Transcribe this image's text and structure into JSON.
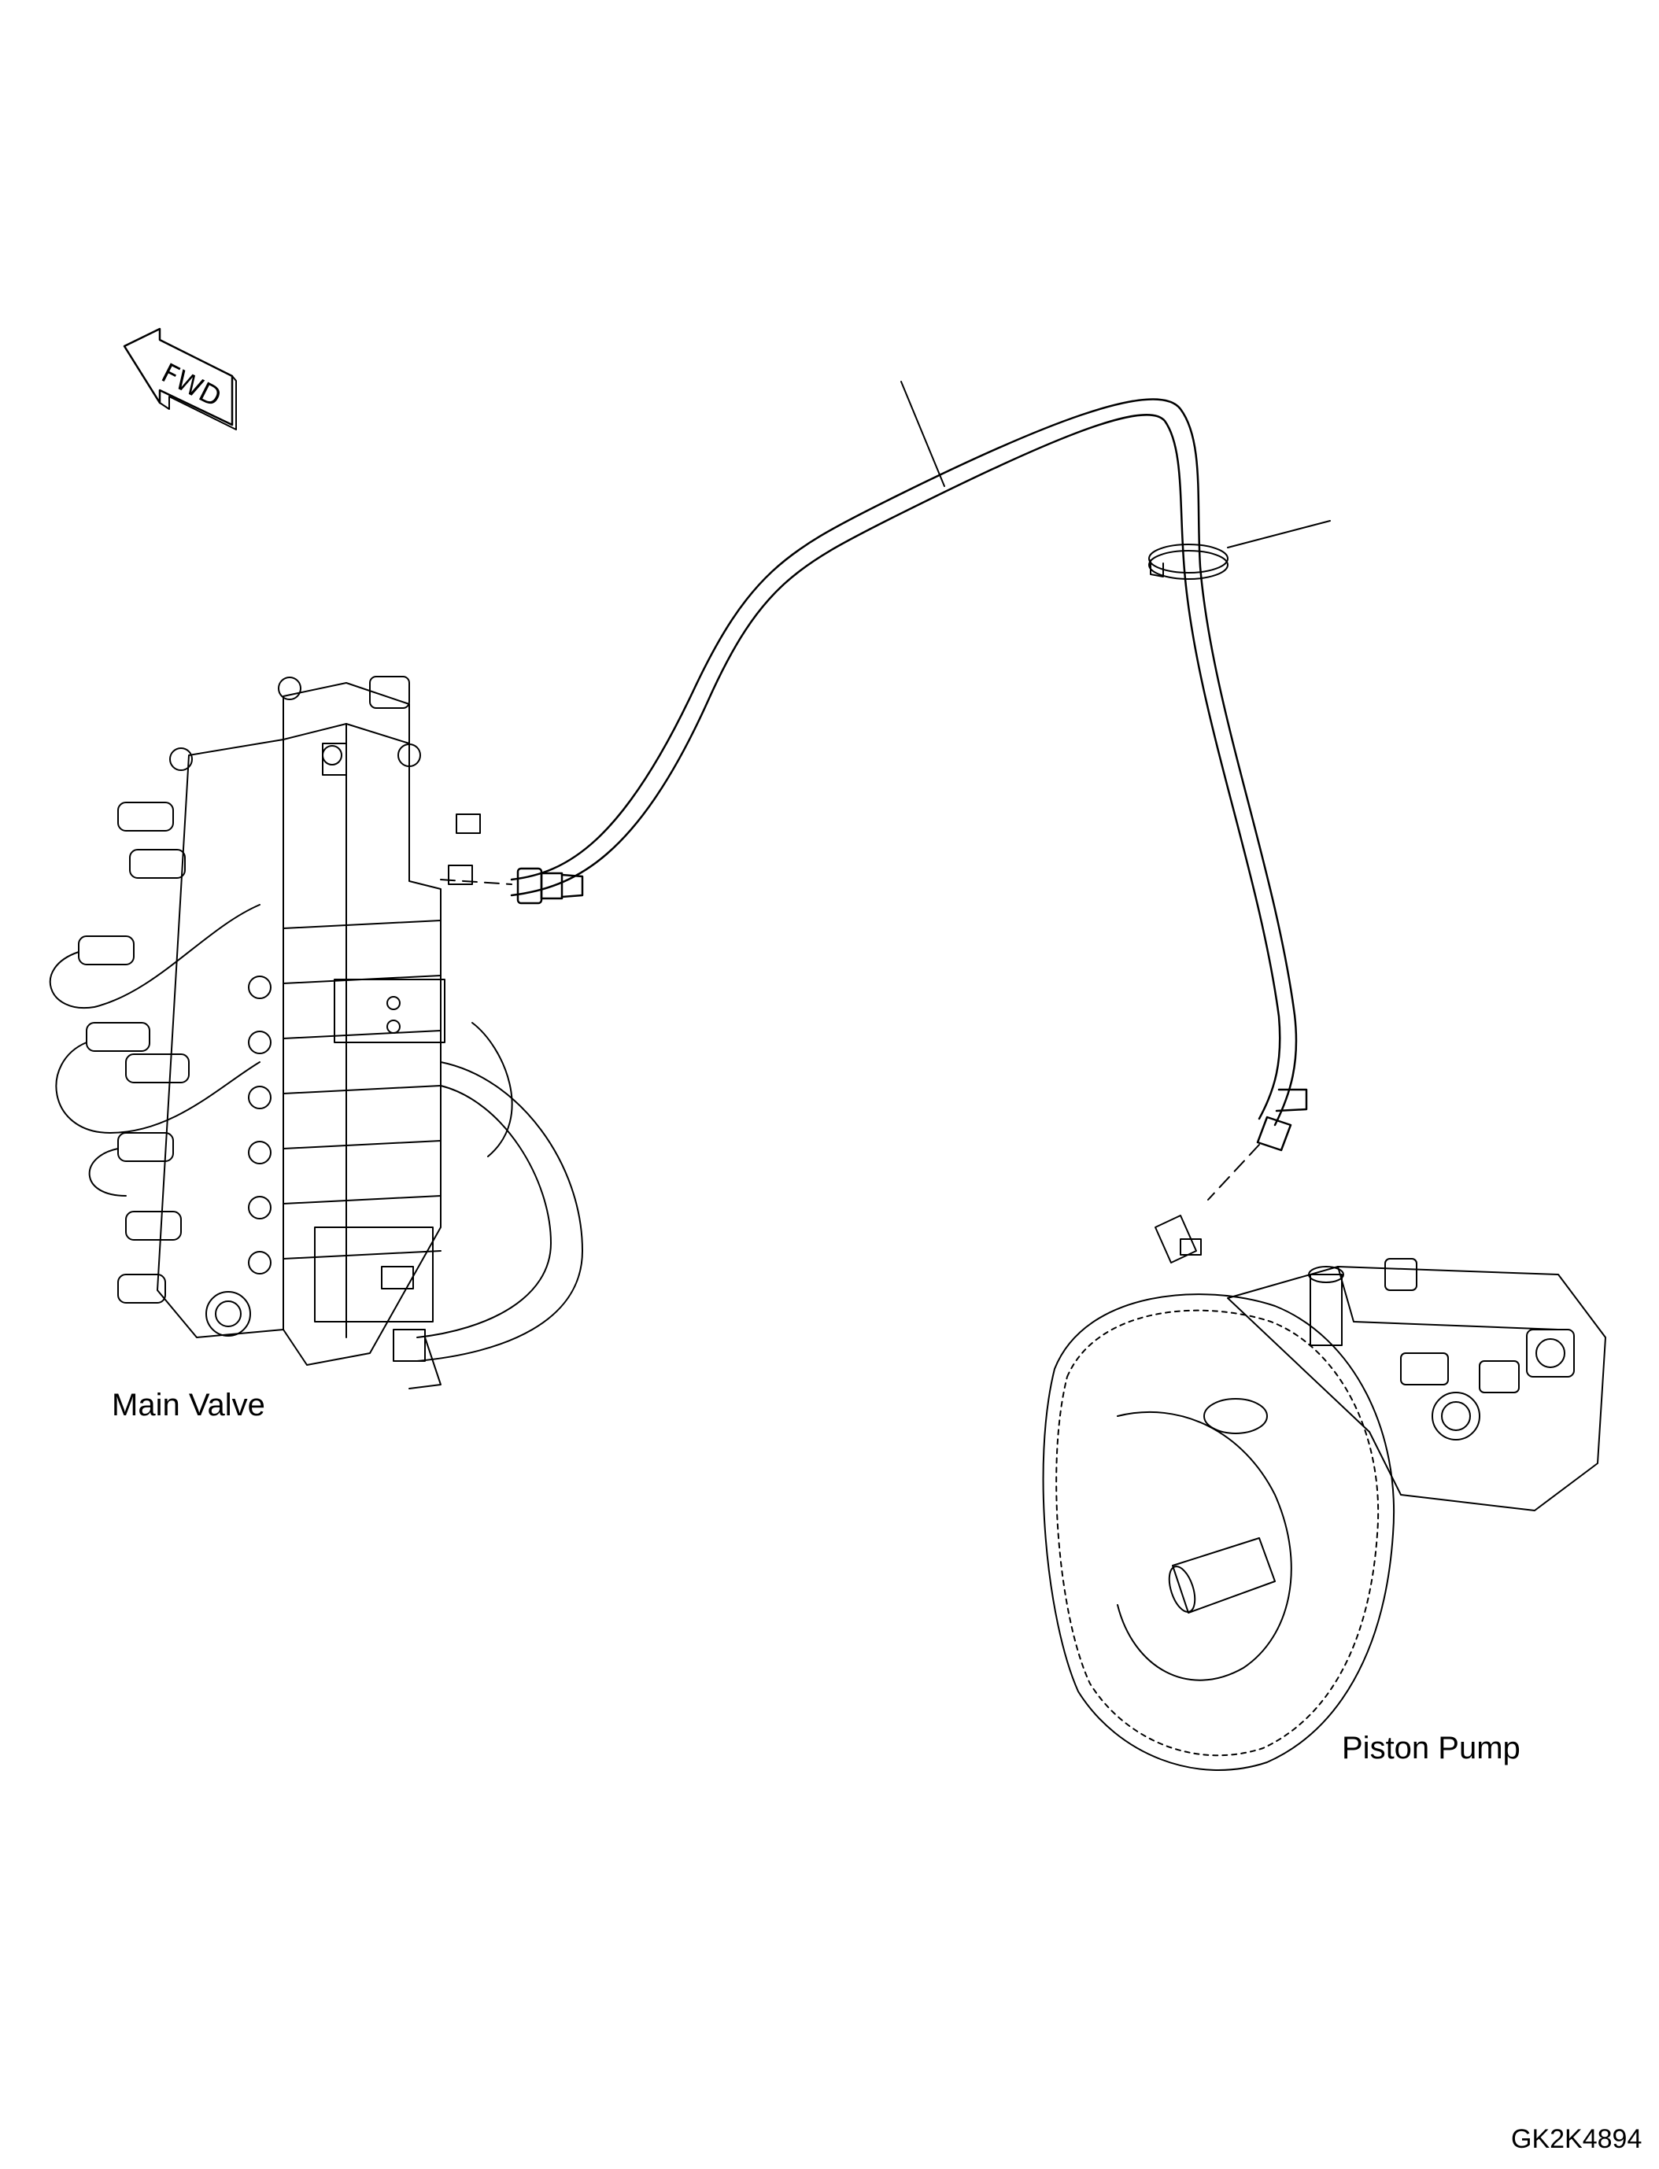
{
  "diagram": {
    "direction_marker": "FWD",
    "labels": {
      "main_valve": "Main Valve",
      "piston_pump": "Piston Pump"
    },
    "figure_code": "GK2K4894"
  },
  "colors": {
    "line": "#000000",
    "background": "#ffffff"
  }
}
